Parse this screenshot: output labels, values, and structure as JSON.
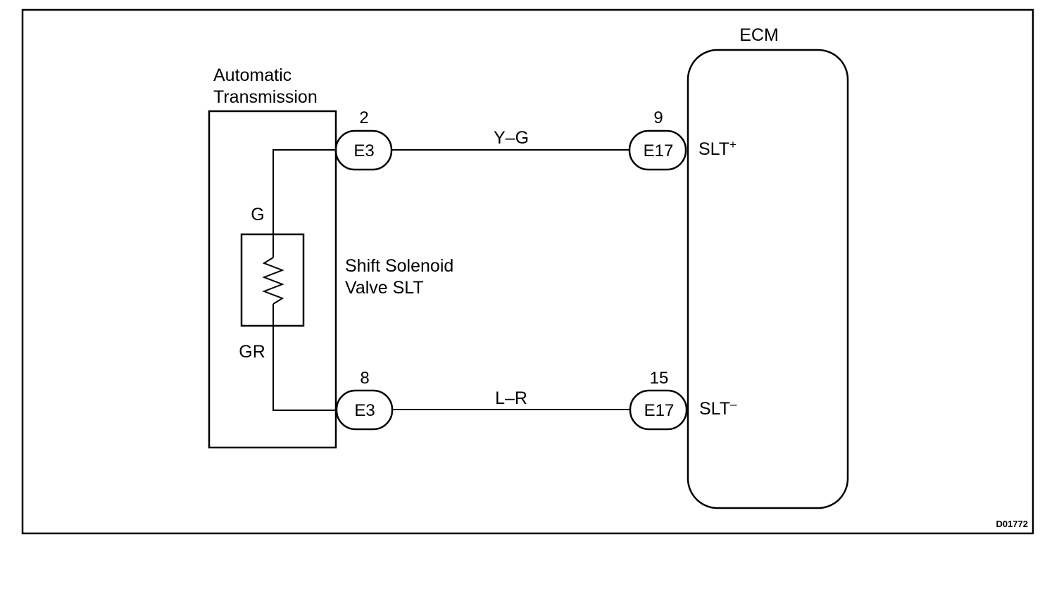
{
  "diagram": {
    "figure_id": "D01772",
    "automatic_transmission": {
      "line1": "Automatic",
      "line2": "Transmission"
    },
    "solenoid": {
      "line1": "Shift Solenoid",
      "line2": "Valve SLT"
    },
    "ecm": {
      "label": "ECM"
    },
    "wire_colors": {
      "internal_top": "G",
      "internal_bottom": "GR",
      "top_harness": "Y–G",
      "bottom_harness": "L–R"
    },
    "connectors": {
      "top_left": {
        "name": "E3",
        "pin": "2"
      },
      "bottom_left": {
        "name": "E3",
        "pin": "8"
      },
      "top_right": {
        "name": "E17",
        "pin": "9"
      },
      "bottom_right": {
        "name": "E17",
        "pin": "15"
      }
    },
    "terminals": {
      "plus": {
        "base": "SLT",
        "sup": "+"
      },
      "minus": {
        "base": "SLT",
        "sup": "–"
      }
    },
    "colors": {
      "ink": "#000000",
      "background": "#ffffff"
    }
  }
}
